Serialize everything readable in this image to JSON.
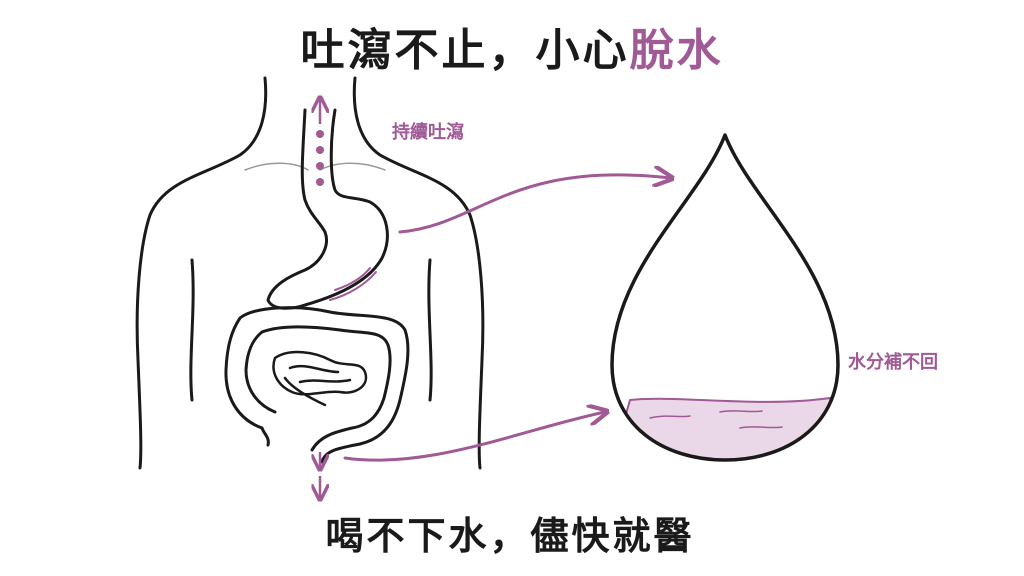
{
  "title": {
    "prefix": "吐瀉不止，小心",
    "highlight": "脫水"
  },
  "bottom_text": "喝不下水，儘快就醫",
  "labels": {
    "vomiting": "持續吐瀉",
    "water_loss": "水分補不回"
  },
  "colors": {
    "accent": "#a05a95",
    "ink": "#1a1a1a",
    "fill": "#ead7e8"
  }
}
